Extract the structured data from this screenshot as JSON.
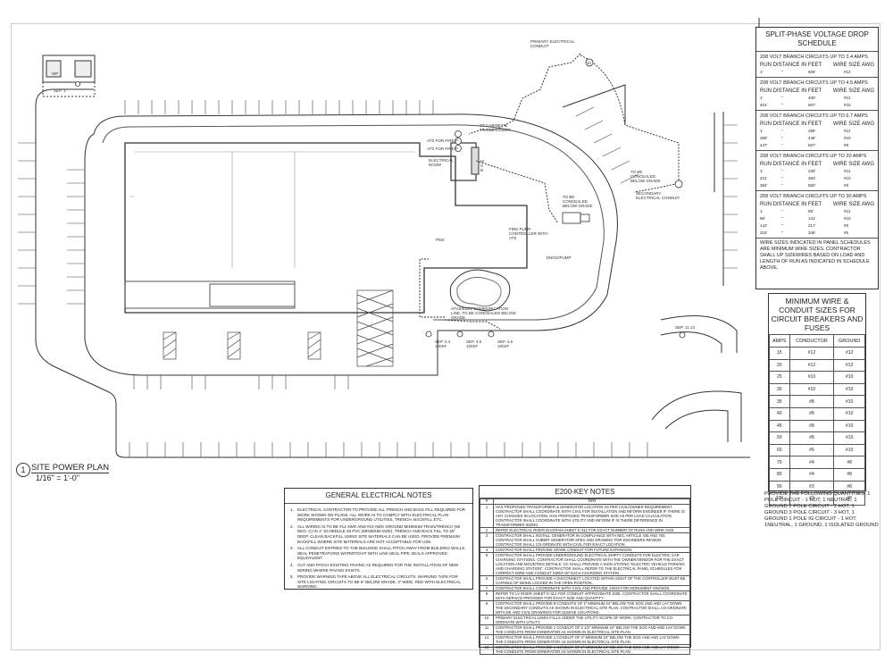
{
  "plan": {
    "title": "SITE POWER PLAN",
    "scale": "1/16\" = 1'-0\"",
    "number": "1",
    "labels": {
      "primary_conduit": "PRIMARY ELECTRICAL CONDUIT",
      "ct_cabinet": "CT CABINET & TRANSFORMER",
      "ats_fire": "ATS FOR FIRE P",
      "ats_fire2": "ATS FOR FIRE P",
      "elec_room": "ELECTRICAL ROOM",
      "concealed1": "TO BE CONCEALED BELOW GRADE",
      "concealed2": "TO BE CONCEALED BELOW GRADE",
      "secondary_conduit": "SECONDARY ELECTRICAL CONDUIT",
      "fire_pump": "FIRE PUMP CONTROLLER WITH ATS",
      "pmx": "PMX",
      "engfump": "ENGG/PUMP",
      "comm_line": "ATVS/ELEV COMMUNICATION LINE, TO BE CONCEALED BELOW GRADE",
      "sep1": "SEP. 1",
      "sep_a": "SEP. 2.4 100SF",
      "sep_b": "SEP. 3.5 100SF",
      "sep_c": "SEP. 4.6 100SF",
      "sep_d": "SEP. 11.13",
      "wp": "WP",
      "msb": "M S B",
      "tag10": "10",
      "tag11": "11"
    }
  },
  "voltage_drop": {
    "title": "SPLIT-PHASE VOLTAGE DROP SCHEDULE",
    "col_run": "RUN DISTANCE IN FEET",
    "col_wire": "WIRE SIZE AWG",
    "blocks": [
      {
        "head": "208 VOLT BRANCH CIRCUITS UP TO 3.4 AMPS",
        "rows": [
          [
            "1'",
            "\"",
            "505'",
            "#12"
          ]
        ]
      },
      {
        "head": "208 VOLT BRANCH CIRCUITS UP TO 4.5 AMPS",
        "rows": [
          [
            "1'",
            "\"",
            "400'",
            "#12"
          ],
          [
            "401'",
            "\"",
            "667'",
            "#10"
          ]
        ]
      },
      {
        "head": "208 VOLT BRANCH CIRCUITS UP TO 6.7 AMPS",
        "rows": [
          [
            "1'",
            "\"",
            "268'",
            "#12"
          ],
          [
            "269'",
            "\"",
            "446'",
            "#10"
          ],
          [
            "447'",
            "\"",
            "667'",
            "#8"
          ]
        ]
      },
      {
        "head": "208 VOLT BRANCH CIRCUITS UP TO 20 AMPS",
        "rows": [
          [
            "1'",
            "\"",
            "230'",
            "#12"
          ],
          [
            "231'",
            "\"",
            "383'",
            "#10"
          ],
          [
            "384'",
            "\"",
            "550'",
            "#8"
          ]
        ]
      },
      {
        "head": "208 VOLT BRANCH CIRCUITS UP TO 30 AMPS",
        "rows": [
          [
            "1'",
            "\"",
            "95'",
            "#12"
          ],
          [
            "96'",
            "\"",
            "141'",
            "#10"
          ],
          [
            "142'",
            "\"",
            "217'",
            "#8"
          ],
          [
            "218'",
            "\"",
            "346'",
            "#6"
          ]
        ]
      }
    ],
    "footer": "WIRE SIZES INDICATED IN PANEL SCHEDULES ARE MINIMUM WIRE SIZES. CONTRACTOR SHALL UP SIZEWIRES BASED ON LOAD AND LENGTH OF RUN AS INDICATED IN SCHEDULE ABOVE."
  },
  "min_wire": {
    "title": "MINIMUM WIRE & CONDUIT SIZES FOR CIRCUIT BREAKERS AND FUSES",
    "headers": [
      "AMPS",
      "CONDUCTOR",
      "GROUND"
    ],
    "rows": [
      [
        "15",
        "#12",
        "#12"
      ],
      [
        "20",
        "#12",
        "#12"
      ],
      [
        "25",
        "#10",
        "#10"
      ],
      [
        "30",
        "#10",
        "#10"
      ],
      [
        "35",
        "#8",
        "#10"
      ],
      [
        "40",
        "#8",
        "#10"
      ],
      [
        "45",
        "#8",
        "#10"
      ],
      [
        "50",
        "#8",
        "#10"
      ],
      [
        "60",
        "#6",
        "#10"
      ],
      [
        "70",
        "#4",
        "#8"
      ],
      [
        "80",
        "#4",
        "#8"
      ],
      [
        "90",
        "#3",
        "#8"
      ],
      [
        "100",
        "#3",
        "#8"
      ]
    ],
    "quantities": "PROVIDE THE FOLLOWING QUANTITIES: 1 POLE CIRCUIT - 1 HOT, 1 NEUTRAL, 1 GROUND 2 POLE CIRCUIT - 2 HOT, 1 GROUND 3 POLE CIRCUIT - 3 HOT, 1 GROUND 1 POLE IG CIRCUIT - 1 HOT, 1NEUTRAL, 1 GROUND, 1 ISOLATED GROUND"
  },
  "general_notes": {
    "title": "GENERAL ELECTRICAL NOTES",
    "items": [
      {
        "n": "1.",
        "t": "ELECTRICAL CONTRACTOR TO PROVIDE ALL TRENCH AND BACK FILL REQUIRED FOR WORK SHOWN ON PLANS. ALL WORK IS TO COMPLY WITH ELECTRICAL PLAN REQUIREMENTS FOR UNDERGROUND UTILITIES, TRENCH, BACKFILL ETC."
      },
      {
        "n": "2.",
        "t": "ALL WIRING IS TO BE #12 AWG AND #10 AWG GROUND MINIMUM TRAIN/TRENCH (90 DEG. C) IN 1\" SCHEDULE 40 PVC (MINIMUM SIZE). TRENCH AND BACK FILL TO 30\" DEEP. CLEAN BACKFILL USING SITE MATERIALS CAN BE USED. PROVIDE PREMIUM BACKFILL WHERE SITE MATERIALS ARE NOT ACCEPTABLE FOR USE."
      },
      {
        "n": "3.",
        "t": "ALL CONDUIT ENTRIES TO THE BUILDING SHALL PITCH AWAY FROM BUILDING WALLS. SEAL PENETRATIONS WATERTIGHT WITH LINK-SEAL PIPE SEALS APPROVED EQUIVALENT."
      },
      {
        "n": "4.",
        "t": "CUT AND PATCH EXISTING PAVING AS REQUIRED FOR THE INSTALLATION OF NEW WIRING WHERE PAVING EXISTS."
      },
      {
        "n": "5.",
        "t": "PROVIDE WARNING TAPE ABOVE ALL ELECTRICAL CIRCUITS. WARNING TAPE FOR SITE LIGHTING CIRCUITS TO BE 6\" BELOW GRADE, 3\" WIDE, RED WITH ELECTRICAL WARNING."
      }
    ]
  },
  "key_notes": {
    "title": "E200-KEY NOTES",
    "col_num": "#",
    "col_text": "Text",
    "items": [
      {
        "n": "1",
        "t": "HAS PROPOSED TRANSFORMER & GENERATOR LOCATION AS PER CIVIL/OWNER REQUIREMENT. CONTRACTOR SHALL COORDINATE WITH CIVIL FOR INSTALLATION AND INFORM ENGINEER IF THERE IS ANY CHANGES IN LOCATION. HAS PROPOSED TRANSFORMER SIZE AS PER LOAD CALCULATION. CONTRACTOR SHALL COORDINATE WITH UTILITY AND INFORM IF IS THERE DIFFERENCE IN TRANSFORMER SIZING."
      },
      {
        "n": "2",
        "t": "REFER ELECTRICAL RISER DIAGRAM SHEET E-311 FOR EXACT NUMBER OF RUNS AND WIRE SIZE."
      },
      {
        "n": "3",
        "t": "CONTRACTOR SHALL INSTALL GENERATOR IN COMPLIANCE WITH NEC ARTICLE 445 AND 700. CONTRACTOR SHALL SUBMIT GENERATOR SPEC AND DRAWING FOR ENGINEERS REVIEW. CONTRACTOR SHALL CO-ORDINATE WITH CIVIL FOR EXACT LOCATION."
      },
      {
        "n": "4",
        "t": "CONTRACTOR SHALL PROVIDE SPARE CONDUIT FOR FUTURE EXPANSION."
      },
      {
        "n": "5",
        "t": "CONTRACTOR SHALL PROVIDE UNDERGROUND ELECTRICAL EMPTY CONDUITS FOR ELECTRIC CAR CHARGING STATIONS. CONTRACTOR SHALL COORDINATE WITH THE OWNER/VENDOR FOR THE EXACT LOCATION AND MOUNTING DETAILS. GC SHALL PROVIDE A SIGN STATING \"ELECTRIC VEHICLE PARKING AND CHARGING STATION\". CONTRACTOR SHALL REFER TO THE ELECTRICAL PANEL SCHEDULES FOR CORRECT WIRE AND CONDUIT SIZES OF EACH CHARGING STATION."
      },
      {
        "n": "6",
        "t": "CONTRACTOR SHALL PROVIDE A DISCONNECT LOCATED WITHIN SIGHT OF THE CONTROLLER MUST BE CAPABLE OF BEING LOCKED IN THE OPEN POSITION."
      },
      {
        "n": "7",
        "t": "CONTRACTOR SHALL COORDINATE WITH CIVIL AND PROVIDE J-BOX FOR MONUMENT SIN/SIGN."
      },
      {
        "n": "8",
        "t": "REFER TO LV RISER SHEET E-312 FOR CONDUIT APPROXIMATE SIZE. CONTRACTOR SHALL COORDINATE WITH SERVICE PROVIDER FOR EXACT SIZE AND QUANTITY."
      },
      {
        "n": "9",
        "t": "CONTRACTOR SHALL PROVIDE 8 CONDUITS OF 4\" MINIMUM 24\" BELOW THE SOG AND AND LAY DOWN THE SECONDARY CONDUITS AS SHOWN IN ELECTRICAL SITE PLAN. CONTRACTOR SHALL CO-ORDINATE WITH DE AND CIVIL DRAWINGS FOR SLEEVE LOCATIONS."
      },
      {
        "n": "10",
        "t": "PRIMARY ELECTRICAL LINES FALLS UNDER THE UTILITY SCOPE OF WORK. CONTRACTOR TO CO-ORDINATE WITH UTILITY."
      },
      {
        "n": "11",
        "t": "CONTRACTOR SHALL PROVIDE 1 CONDUIT OF 2 1/2\" MINIMUM 24\" BELOW THE SOG AND AND LAY DOWN THE CONDUITS FROM GENERATOR AS SHOWN IN ELECTRICAL SITE PLAN."
      },
      {
        "n": "12",
        "t": "CONTRACTOR SHALL PROVIDE 1 CONDUIT OF 4\" MINIMUM 24\" BELOW THE SOG AND AND LAY DOWN THE CONDUITS FROM GENERATOR AS SHOWN IN ELECTRICAL SITE PLAN."
      },
      {
        "n": "13",
        "t": "CONTRACTOR SHALL PROVIDE 1 CONDUIT OF 2\" MINIMUM 24\" BELOW THE SOG AND AND LAY DOWN THE CONDUITS FROM GENERATOR AS SHOWN IN ELECTRICAL SITE PLAN."
      }
    ]
  }
}
